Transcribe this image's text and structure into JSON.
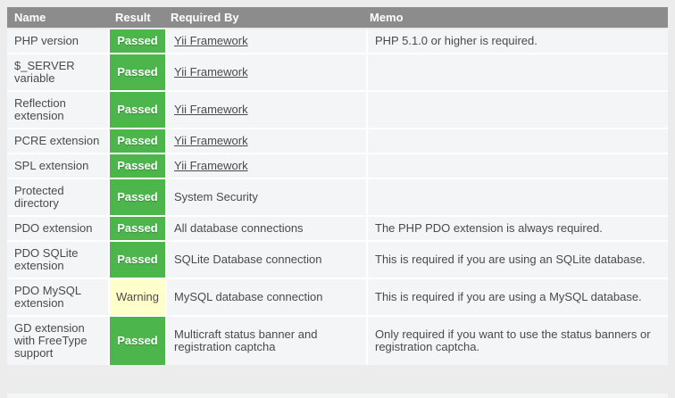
{
  "colors": {
    "page_bg": "#ececec",
    "header_bg": "#8c8c8c",
    "header_text": "#ffffff",
    "row_bg": "#f4f5f7",
    "cell_text": "#4a4a4a",
    "passed_bg": "#4cb64c",
    "passed_text": "#ffffff",
    "warning_bg": "#ffffcc",
    "warning_text": "#4a4a4a",
    "gap": "#ffffff"
  },
  "table": {
    "headers": [
      {
        "label": "Name"
      },
      {
        "label": "Result"
      },
      {
        "label": "Required By"
      },
      {
        "label": "Memo"
      }
    ],
    "rows": [
      {
        "name": "PHP version",
        "result": "Passed",
        "status": "passed",
        "required_by": "Yii Framework",
        "required_by_is_link": true,
        "memo": "PHP 5.1.0 or higher is required."
      },
      {
        "name": "$_SERVER variable",
        "result": "Passed",
        "status": "passed",
        "required_by": "Yii Framework",
        "required_by_is_link": true,
        "memo": ""
      },
      {
        "name": "Reflection extension",
        "result": "Passed",
        "status": "passed",
        "required_by": "Yii Framework",
        "required_by_is_link": true,
        "memo": ""
      },
      {
        "name": "PCRE extension",
        "result": "Passed",
        "status": "passed",
        "required_by": "Yii Framework",
        "required_by_is_link": true,
        "memo": ""
      },
      {
        "name": "SPL extension",
        "result": "Passed",
        "status": "passed",
        "required_by": "Yii Framework",
        "required_by_is_link": true,
        "memo": ""
      },
      {
        "name": "Protected directory",
        "result": "Passed",
        "status": "passed",
        "required_by": "System Security",
        "required_by_is_link": false,
        "memo": ""
      },
      {
        "name": "PDO extension",
        "result": "Passed",
        "status": "passed",
        "required_by": "All database connections",
        "required_by_is_link": false,
        "memo": "The PHP PDO extension is always required."
      },
      {
        "name": "PDO SQLite extension",
        "result": "Passed",
        "status": "passed",
        "required_by": "SQLite Database connection",
        "required_by_is_link": false,
        "memo": "This is required if you are using an SQLite database."
      },
      {
        "name": "PDO MySQL extension",
        "result": "Warning",
        "status": "warning",
        "required_by": "MySQL database connection",
        "required_by_is_link": false,
        "memo": "This is required if you are using a MySQL database."
      },
      {
        "name": "GD extension with FreeType support",
        "result": "Passed",
        "status": "passed",
        "required_by": "Multicraft status banner and registration captcha",
        "required_by_is_link": false,
        "memo": "Only required if you want to use the status banners or registration captcha."
      }
    ]
  }
}
